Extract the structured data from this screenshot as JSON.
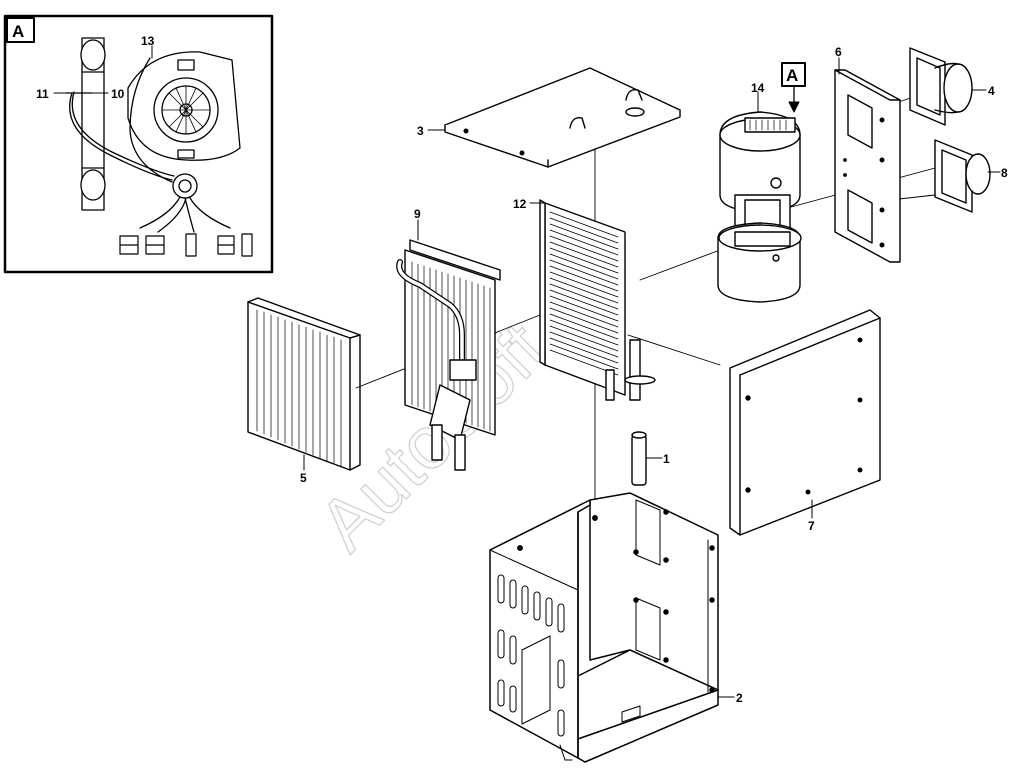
{
  "watermark": "AutoSoft",
  "detail_view": {
    "marker": "A",
    "callouts": [
      "13",
      "11",
      "10"
    ]
  },
  "view_marker": "A",
  "callouts": [
    "1",
    "2",
    "3",
    "4",
    "5",
    "6",
    "7",
    "8",
    "9",
    "12",
    "14"
  ]
}
